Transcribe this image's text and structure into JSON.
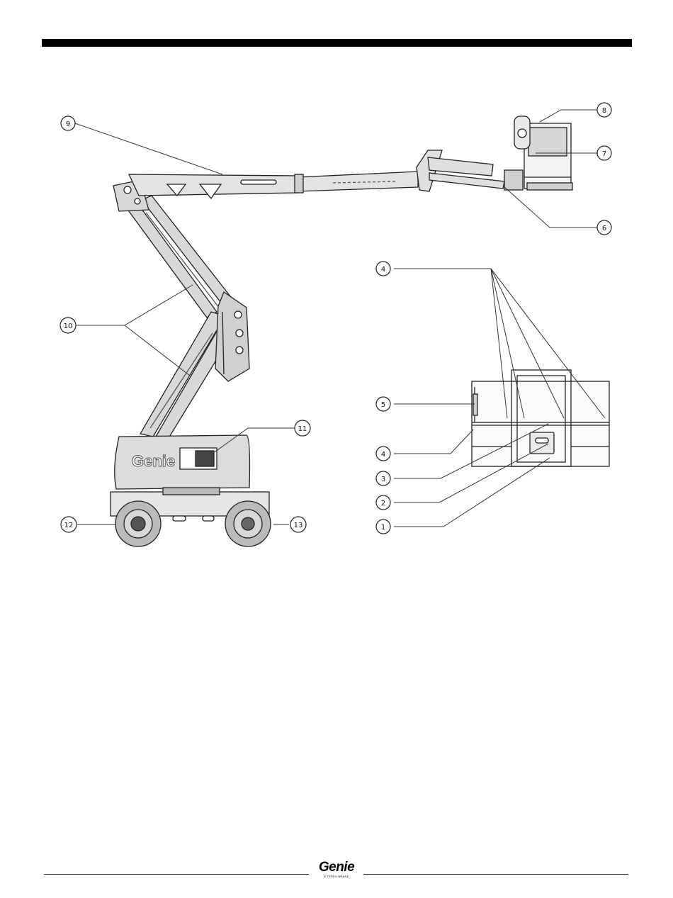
{
  "callouts": [
    {
      "id": "c1",
      "label": "1"
    },
    {
      "id": "c2",
      "label": "2"
    },
    {
      "id": "c3",
      "label": "3"
    },
    {
      "id": "c4a",
      "label": "4"
    },
    {
      "id": "c4b",
      "label": "4"
    },
    {
      "id": "c5",
      "label": "5"
    },
    {
      "id": "c6",
      "label": "6"
    },
    {
      "id": "c7",
      "label": "7"
    },
    {
      "id": "c8",
      "label": "8"
    },
    {
      "id": "c9",
      "label": "9"
    },
    {
      "id": "c10",
      "label": "10"
    },
    {
      "id": "c11",
      "label": "11"
    },
    {
      "id": "c12",
      "label": "12"
    },
    {
      "id": "c13",
      "label": "13"
    }
  ],
  "machine_logo": "Genie",
  "footer": {
    "logo_text": "Genie",
    "logo_subtext": "A TEREX BRAND"
  },
  "colors": {
    "ink": "#222222",
    "bar": "#000000",
    "machine_fill": "#d9d9d9"
  }
}
